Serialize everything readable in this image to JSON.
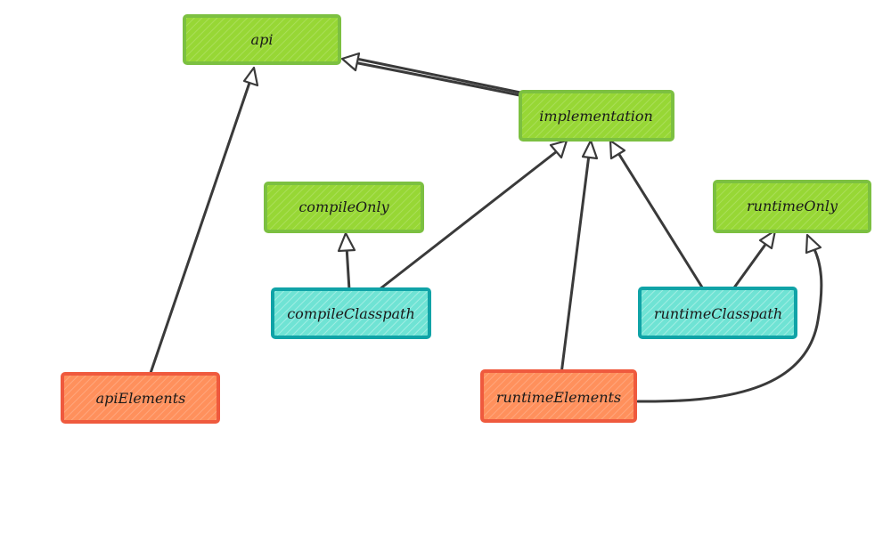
{
  "colors": {
    "configuration_fill": "#97d735",
    "configuration_border": "#7cc041",
    "resolvable_fill": "#6fe3d4",
    "resolvable_border": "#10a3a7",
    "consumable_fill": "#ff905c",
    "consumable_border": "#ef5a3e",
    "edge": "#3a3a3a"
  },
  "nodes": {
    "api": {
      "label": "api",
      "kind": "configuration"
    },
    "implementation": {
      "label": "implementation",
      "kind": "configuration"
    },
    "compileOnly": {
      "label": "compileOnly",
      "kind": "configuration"
    },
    "runtimeOnly": {
      "label": "runtimeOnly",
      "kind": "configuration"
    },
    "compileClasspath": {
      "label": "compileClasspath",
      "kind": "resolvable"
    },
    "runtimeClasspath": {
      "label": "runtimeClasspath",
      "kind": "resolvable"
    },
    "apiElements": {
      "label": "apiElements",
      "kind": "consumable"
    },
    "runtimeElements": {
      "label": "runtimeElements",
      "kind": "consumable"
    }
  },
  "edges": [
    {
      "from": "implementation",
      "to": "api"
    },
    {
      "from": "apiElements",
      "to": "api"
    },
    {
      "from": "compileClasspath",
      "to": "compileOnly"
    },
    {
      "from": "compileClasspath",
      "to": "implementation"
    },
    {
      "from": "runtimeElements",
      "to": "implementation"
    },
    {
      "from": "runtimeClasspath",
      "to": "implementation"
    },
    {
      "from": "runtimeClasspath",
      "to": "runtimeOnly"
    },
    {
      "from": "runtimeElements",
      "to": "runtimeOnly"
    }
  ]
}
